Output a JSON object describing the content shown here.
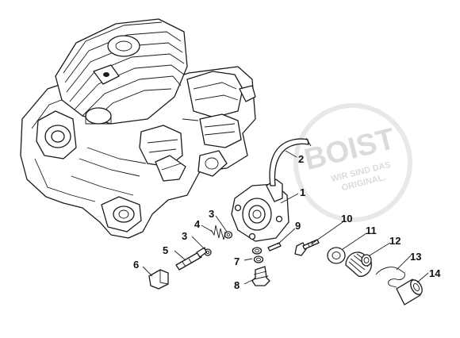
{
  "watermark": {
    "brand": "BOIST",
    "slogan_line1": "WIR SIND DAS",
    "slogan_line2": "ORIGINAL."
  },
  "callouts": {
    "c1": "1",
    "c2": "2",
    "c3a": "3",
    "c3b": "3",
    "c4": "4",
    "c5": "5",
    "c6": "6",
    "c7": "7",
    "c8": "8",
    "c9": "9",
    "c10": "10",
    "c11": "11",
    "c12": "12",
    "c13": "13",
    "c14": "14"
  },
  "colors": {
    "line": "#1a1a1a",
    "watermark": "#d8d8d8",
    "background": "#ffffff"
  }
}
